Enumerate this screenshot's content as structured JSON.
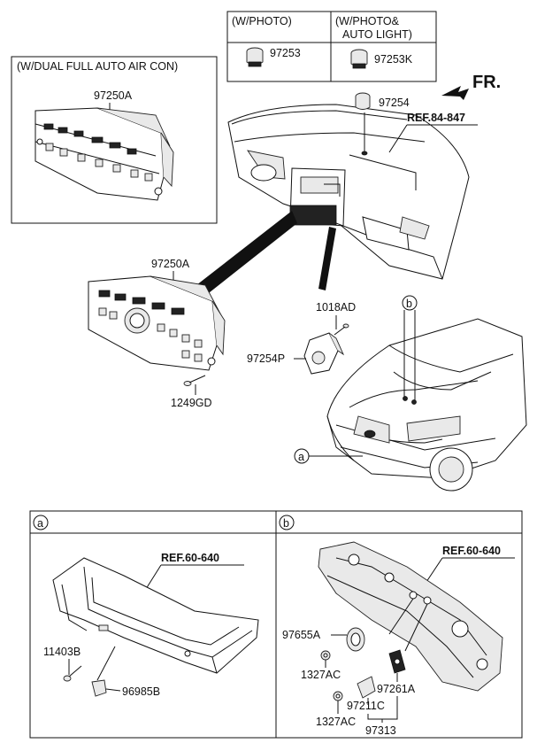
{
  "variant_boxes": {
    "photo_header": "(W/PHOTO)",
    "photo_auto_header_line1": "(W/PHOTO&",
    "photo_auto_header_line2": "AUTO LIGHT)",
    "photo_part": "97253",
    "photo_auto_part": "97253K",
    "dual_aircon_header": "(W/DUAL FULL AUTO AIR CON)",
    "dual_aircon_part": "97250A"
  },
  "upper_labels": {
    "fr_direction": "FR.",
    "dash_ref": "REF.84-847",
    "sensor_part": "97254",
    "main_control_part": "97250A",
    "bolt_top": "1018AD",
    "sensor_bracket": "97254P",
    "screw_bottom": "1249GD",
    "callout_b": "b",
    "callout_a": "a"
  },
  "section_a": {
    "header": "a",
    "ref": "REF.60-640",
    "bolt": "11403B",
    "sensor": "96985B"
  },
  "section_b": {
    "header": "b",
    "ref": "REF.60-640",
    "grommet": "97655A",
    "nut_upper": "1327AC",
    "nut_lower": "1327AC",
    "sensor_right": "97261A",
    "sensor_center": "97211C",
    "assembly": "97313"
  }
}
